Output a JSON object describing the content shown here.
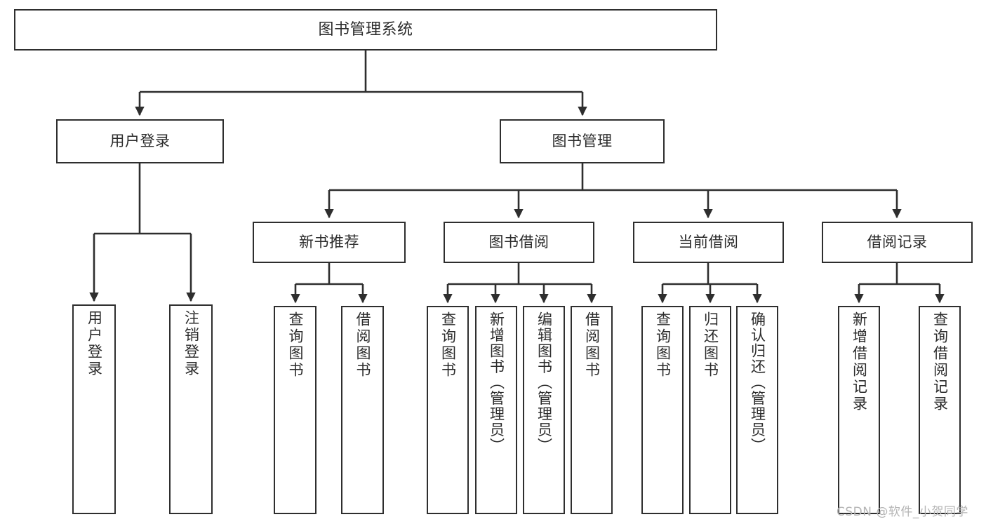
{
  "diagram": {
    "title": "图书管理系统",
    "type": "hierarchy-tree",
    "stroke_color": "#2e2e2e",
    "fill_color": "#ffffff",
    "text_color": "#2b2b2b",
    "nodes": {
      "root": {
        "label": "图书管理系统"
      },
      "level2": [
        {
          "id": "user-login",
          "label": "用户登录"
        },
        {
          "id": "book-manage",
          "label": "图书管理"
        }
      ],
      "level3": [
        {
          "id": "new-book-recommend",
          "label": "新书推荐"
        },
        {
          "id": "book-borrow",
          "label": "图书借阅"
        },
        {
          "id": "current-borrow",
          "label": "当前借阅"
        },
        {
          "id": "borrow-record",
          "label": "借阅记录"
        }
      ],
      "leaves": {
        "user_login": [
          {
            "id": "leaf-user-login",
            "label": "用户登录"
          },
          {
            "id": "leaf-user-logout",
            "label": "注销登录"
          }
        ],
        "new_book_recommend": [
          {
            "id": "leaf-query-book-1",
            "label": "查询图书"
          },
          {
            "id": "leaf-borrow-book-1",
            "label": "借阅图书"
          }
        ],
        "book_borrow": [
          {
            "id": "leaf-query-book-2",
            "label": "查询图书"
          },
          {
            "id": "leaf-add-book",
            "label": "新增图书（管理员）"
          },
          {
            "id": "leaf-edit-book",
            "label": "编辑图书（管理员）"
          },
          {
            "id": "leaf-borrow-book-2",
            "label": "借阅图书"
          }
        ],
        "current_borrow": [
          {
            "id": "leaf-query-book-3",
            "label": "查询图书"
          },
          {
            "id": "leaf-return-book",
            "label": "归还图书"
          },
          {
            "id": "leaf-confirm-return",
            "label": "确认归还（管理员）"
          }
        ],
        "borrow_record": [
          {
            "id": "leaf-add-record",
            "label": "新增借阅记录"
          },
          {
            "id": "leaf-query-record",
            "label": "查询借阅记录"
          }
        ]
      }
    }
  },
  "watermark": {
    "text": "CSDN @软件_小贺同学"
  }
}
